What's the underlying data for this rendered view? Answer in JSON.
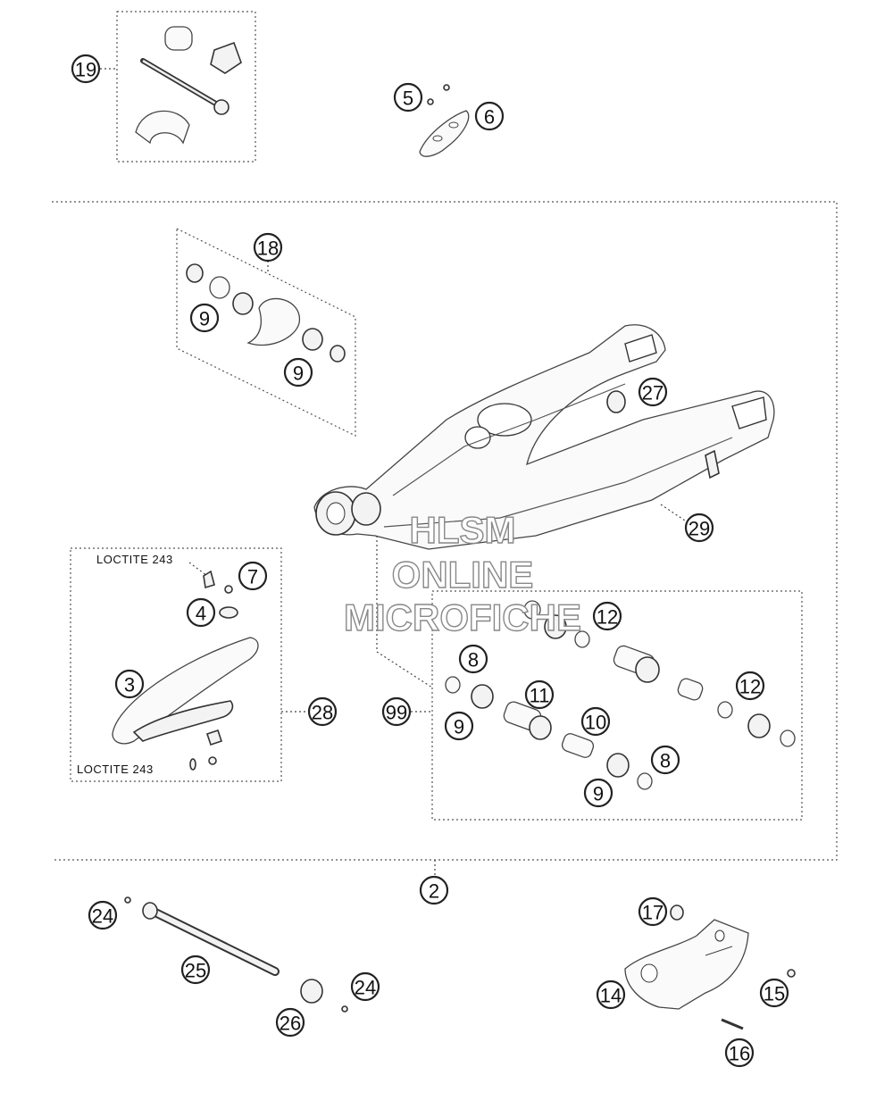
{
  "notes": {
    "loctite_top": "LOCTITE 243",
    "loctite_bottom": "LOCTITE 243"
  },
  "watermark": {
    "line1": "HLSM",
    "line2": "ONLINE",
    "line3": "MICROFICHE"
  },
  "callouts": {
    "c19": "19",
    "c5": "5",
    "c6": "6",
    "c18": "18",
    "c9a": "9",
    "c9b": "9",
    "c27": "27",
    "c29": "29",
    "c7": "7",
    "c4": "4",
    "c3": "3",
    "c28": "28",
    "c12a": "12",
    "c8a": "8",
    "c11": "11",
    "c12b": "12",
    "c99": "99",
    "c9c": "9",
    "c10": "10",
    "c8b": "8",
    "c9d": "9",
    "c2": "2",
    "c17": "17",
    "c24a": "24",
    "c25": "25",
    "c24b": "24",
    "c26": "26",
    "c14": "14",
    "c15": "15",
    "c16": "16"
  }
}
